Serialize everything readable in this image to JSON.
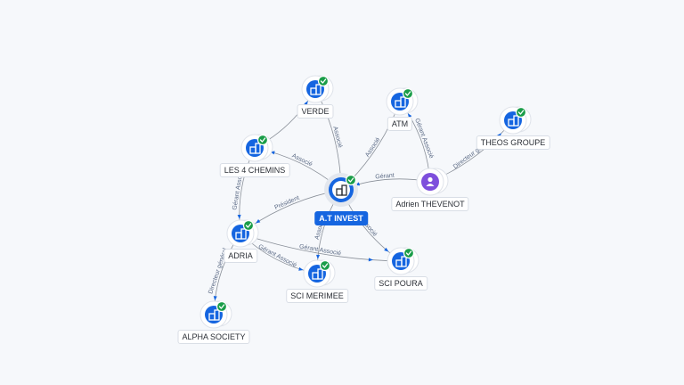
{
  "colors": {
    "company": "#1565e0",
    "person": "#7e4fdc",
    "verified": "#1a9d49",
    "edge": "#8a9099",
    "edge_arrow": "#1565e0"
  },
  "nodes": [
    {
      "id": "at-invest",
      "label": "A.T INVEST",
      "kind": "company-main",
      "icon": "building-icon"
    },
    {
      "id": "verde",
      "label": "VERDE",
      "kind": "company",
      "icon": "building-icon"
    },
    {
      "id": "atm",
      "label": "ATM",
      "kind": "company",
      "icon": "building-icon"
    },
    {
      "id": "theos",
      "label": "THEOS GROUPE",
      "kind": "company",
      "icon": "building-icon"
    },
    {
      "id": "les4",
      "label": "LES 4 CHEMINS",
      "kind": "company",
      "icon": "building-icon"
    },
    {
      "id": "adrien",
      "label": "Adrien THEVENOT",
      "kind": "person",
      "icon": "person-icon"
    },
    {
      "id": "adria",
      "label": "ADRIA",
      "kind": "company",
      "icon": "building-icon"
    },
    {
      "id": "merimee",
      "label": "SCI MERIMEE",
      "kind": "company",
      "icon": "building-icon"
    },
    {
      "id": "poura",
      "label": "SCI POURA",
      "kind": "company",
      "icon": "building-icon"
    },
    {
      "id": "alpha",
      "label": "ALPHA SOCIETY",
      "kind": "company",
      "icon": "building-icon"
    }
  ],
  "edges": [
    {
      "from": "at-invest",
      "to": "verde",
      "label": "Associé"
    },
    {
      "from": "at-invest",
      "to": "atm",
      "label": "Associé"
    },
    {
      "from": "at-invest",
      "to": "les4",
      "label": "Associé"
    },
    {
      "from": "adrien",
      "to": "at-invest",
      "label": "Gérant"
    },
    {
      "from": "adrien",
      "to": "atm",
      "label": "Gérant Associé"
    },
    {
      "from": "adrien",
      "to": "theos",
      "label": "Directeur général"
    },
    {
      "from": "at-invest",
      "to": "adria",
      "label": "Président"
    },
    {
      "from": "at-invest",
      "to": "merimee",
      "label": "Associé"
    },
    {
      "from": "at-invest",
      "to": "poura",
      "label": "Associé"
    },
    {
      "from": "les4",
      "to": "adria",
      "label": "Gérant Associé"
    },
    {
      "from": "adria",
      "to": "merimee",
      "label": "Gérant Associé"
    },
    {
      "from": "adria",
      "to": "poura",
      "label": "Gérant Associé"
    },
    {
      "from": "adria",
      "to": "alpha",
      "label": "Directeur général"
    },
    {
      "from": "les4",
      "to": "verde",
      "label": ""
    }
  ]
}
